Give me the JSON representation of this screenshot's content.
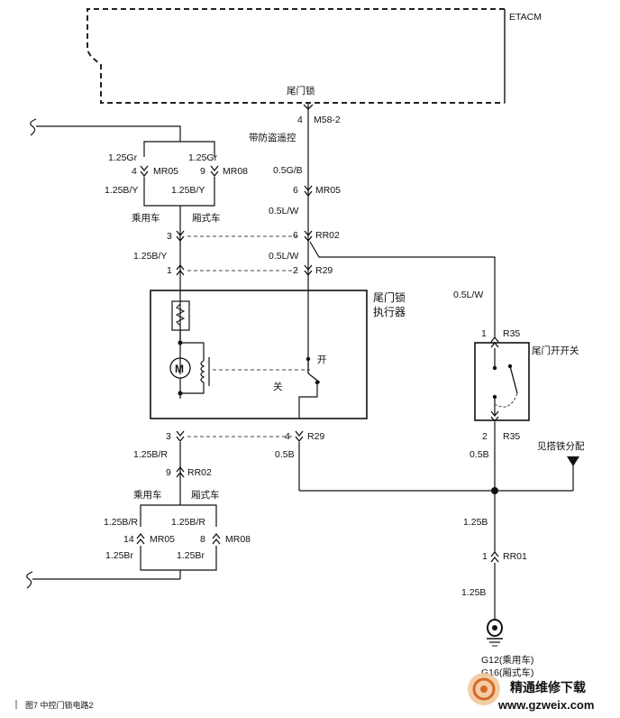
{
  "module": {
    "name": "ETACM",
    "pin_function": "尾门锁"
  },
  "top_connector": {
    "pin": "4",
    "code": "M58-2",
    "note": "带防盗遥控"
  },
  "left_branch_top": {
    "wire_left": "1.25Gr",
    "wire_right": "1.25Gr",
    "conn_left_pin": "4",
    "conn_left_code": "MR05",
    "conn_right_pin": "9",
    "conn_right_code": "MR08",
    "wire_left_out": "1.25B/Y",
    "wire_right_out": "1.25B/Y",
    "variant_left": "乘用车",
    "variant_right": "厢式车"
  },
  "center_column": {
    "wire_1": "0.5G/B",
    "conn_1_pin": "6",
    "conn_1_code": "MR05",
    "wire_2": "0.5L/W",
    "conn_2_pin": "6",
    "conn_2_code": "RR02",
    "wire_3": "0.5L/W",
    "conn_3_pin": "2",
    "conn_3_code": "R29"
  },
  "left_column_mid": {
    "conn_1_pin": "3",
    "wire": "1.25B/Y",
    "conn_2_pin": "1"
  },
  "actuator": {
    "title_line1": "尾门锁",
    "title_line2": "执行器",
    "motor": "M",
    "open": "开",
    "close": "关"
  },
  "switch": {
    "title": "尾门开开关",
    "wire_in": "0.5L/W",
    "pin_top": "1",
    "code_top": "R35",
    "pin_bottom": "2",
    "code_bottom": "R35",
    "wire_out": "0.5B"
  },
  "actuator_bottom": {
    "pin_left": "3",
    "wire_left": "1.25B/R",
    "pin_right": "4",
    "code_right": "R29",
    "wire_right": "0.5B"
  },
  "left_branch_bottom": {
    "conn_pin": "9",
    "conn_code": "RR02",
    "variant_left": "乘用车",
    "variant_right": "厢式车",
    "wire_left": "1.25B/R",
    "wire_right": "1.25B/R",
    "conn_left_pin": "14",
    "conn_left_code": "MR05",
    "conn_right_pin": "8",
    "conn_right_code": "MR08",
    "wire_left_out": "1.25Br",
    "wire_right_out": "1.25Br"
  },
  "ground": {
    "ref": "见搭铁分配",
    "wire_1": "1.25B",
    "conn_pin": "1",
    "conn_code": "RR01",
    "wire_2": "1.25B",
    "label_1": "G12(乘用车)",
    "label_2": "G16(厢式车)"
  },
  "caption": "图7  中控门锁电路2",
  "watermark": {
    "text": "精通维修下载",
    "url": "www.gzweix.com"
  }
}
